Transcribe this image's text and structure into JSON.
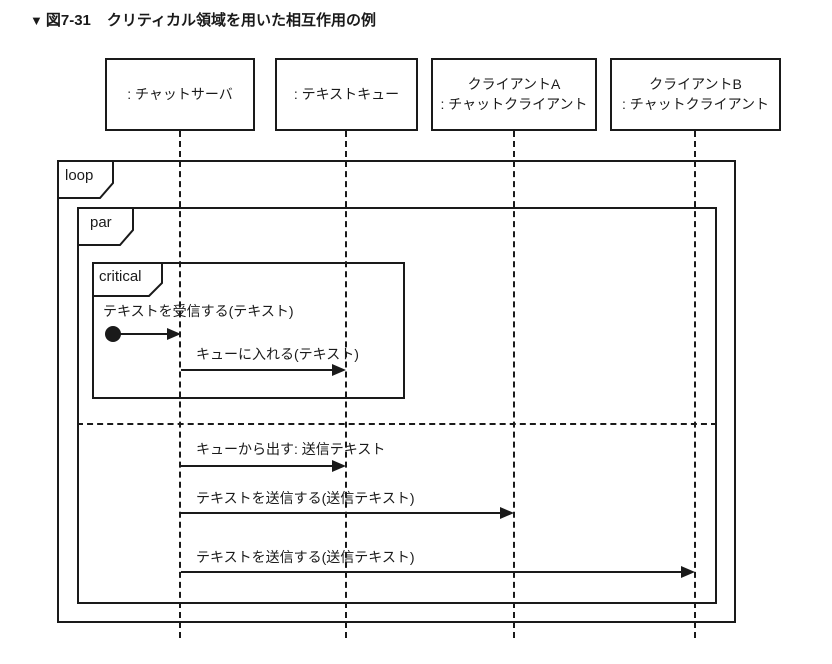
{
  "page": {
    "background": "#ffffff",
    "line_color": "#1a1a1a"
  },
  "title": {
    "marker": "▼",
    "figure_label": "図7-31",
    "text": "クリティカル領域を用いた相互作用の例"
  },
  "lifelines": [
    {
      "line1": ": チャットサーバ",
      "line2": ""
    },
    {
      "line1": ": テキストキュー",
      "line2": ""
    },
    {
      "line1": "クライアントA",
      "line2": ": チャットクライアント"
    },
    {
      "line1": "クライアントB",
      "line2": ": チャットクライアント"
    }
  ],
  "frames": {
    "loop_label": "loop",
    "par_label": "par",
    "critical_label": "critical"
  },
  "messages": [
    {
      "label": "テキストを受信する(テキスト)",
      "kind": "found-message",
      "from": "external",
      "to": ": チャットサーバ"
    },
    {
      "label": "キューに入れる(テキスト)",
      "kind": "sync",
      "from": ": チャットサーバ",
      "to": ": テキストキュー"
    },
    {
      "label": "キューから出す: 送信テキスト",
      "kind": "sync",
      "from": ": チャットサーバ",
      "to": ": テキストキュー"
    },
    {
      "label": "テキストを送信する(送信テキスト)",
      "kind": "sync",
      "from": ": チャットサーバ",
      "to": "クライアントA"
    },
    {
      "label": "テキストを送信する(送信テキスト)",
      "kind": "sync",
      "from": ": チャットサーバ",
      "to": "クライアントB"
    }
  ]
}
